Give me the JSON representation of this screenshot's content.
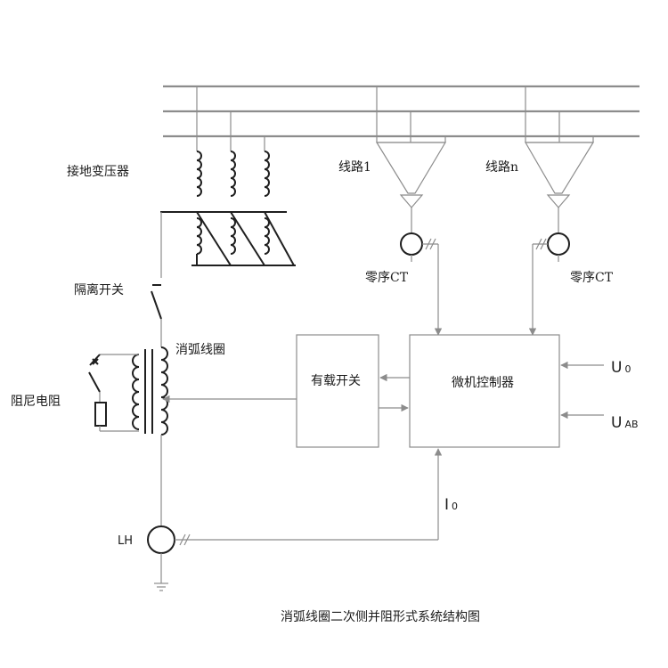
{
  "labels": {
    "grounding_transformer": "接地变压器",
    "line_1": "线路1",
    "line_n": "线路n",
    "zero_seq_ct_1": "零序CT",
    "zero_seq_ct_n": "零序CT",
    "isolating_switch": "隔离开关",
    "arc_suppression_coil": "消弧线圈",
    "damping_resistor": "阻尼电阻",
    "on_load_switch": "有载开关",
    "microcomputer_controller": "微机控制器",
    "u0_main": "U",
    "u0_sub": "0",
    "uab_main": "U",
    "uab_sub": "AB",
    "i0_main": "I",
    "i0_sub": "0",
    "lh": "LH",
    "caption": "消弧线圈二次侧并阻形式系统结构图"
  }
}
